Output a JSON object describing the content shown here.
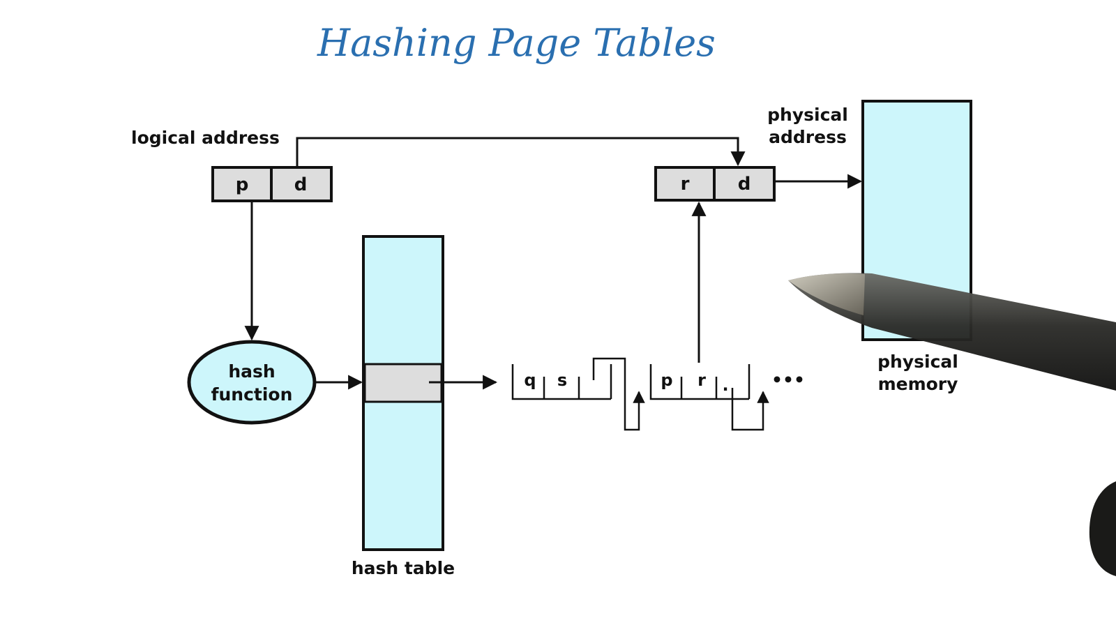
{
  "title": "Hashing Page Tables",
  "labels": {
    "logical_address": "logical address",
    "physical_address_line1": "physical",
    "physical_address_line2": "address",
    "hash_function_line1": "hash",
    "hash_function_line2": "function",
    "hash_table": "hash table",
    "physical_memory_line1": "physical",
    "physical_memory_line2": "memory"
  },
  "logical_cells": [
    "p",
    "d"
  ],
  "physical_cells": [
    "r",
    "d"
  ],
  "chain": {
    "node1": [
      "q",
      "s"
    ],
    "node2": [
      "p",
      "r",
      "."
    ],
    "ellipsis": "•••"
  },
  "colors": {
    "title": "#2a6fb0",
    "table_fill": "#cdf6fb",
    "cell_fill": "#dddddd",
    "ink": "#111111"
  }
}
